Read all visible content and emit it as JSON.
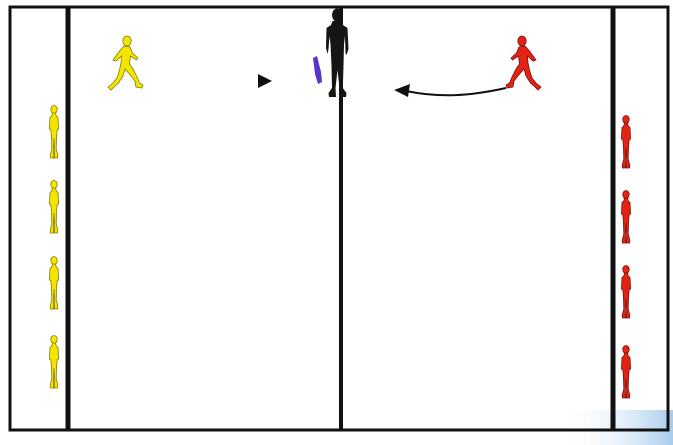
{
  "colors": {
    "background": "#ffffff",
    "court_line": "#111111",
    "team_yellow": "#f2e600",
    "team_yellow_outline": "#8a7a00",
    "team_red": "#e32415",
    "team_red_outline": "#7a0f08",
    "referee": "#151515",
    "baton": "#5a34c8",
    "arrow": "#111111",
    "corner_fade": "#9ec6ea"
  },
  "figures": {
    "yellow_waiting": [
      {
        "icon": "standing-player-icon",
        "team": "yellow"
      },
      {
        "icon": "standing-player-icon",
        "team": "yellow"
      },
      {
        "icon": "standing-player-icon",
        "team": "yellow"
      },
      {
        "icon": "standing-player-icon",
        "team": "yellow"
      }
    ],
    "red_waiting": [
      {
        "icon": "standing-player-icon",
        "team": "red"
      },
      {
        "icon": "standing-player-icon",
        "team": "red"
      },
      {
        "icon": "standing-player-icon",
        "team": "red"
      },
      {
        "icon": "standing-player-icon",
        "team": "red"
      }
    ],
    "yellow_runner": {
      "icon": "running-player-icon",
      "team": "yellow"
    },
    "red_runner": {
      "icon": "running-player-icon",
      "team": "red"
    },
    "center_person": {
      "icon": "referee-with-baton-icon"
    }
  },
  "arrows": [
    {
      "icon": "arrowhead-right-icon",
      "direction": "right"
    },
    {
      "icon": "curved-arrow-left-icon",
      "direction": "left"
    }
  ]
}
